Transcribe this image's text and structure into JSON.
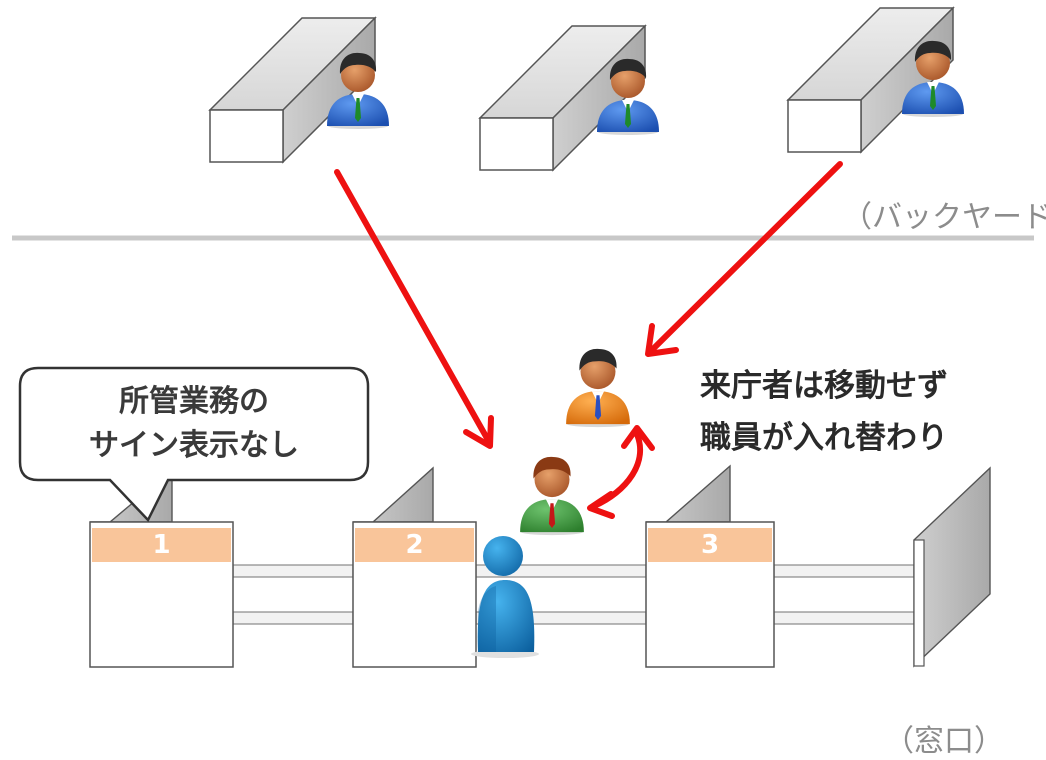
{
  "labels": {
    "backyard": "（バックヤード）",
    "counter_area": "（窓口）"
  },
  "callout": {
    "lines": [
      "所管業務の",
      "サイン表示なし"
    ]
  },
  "note": {
    "lines": [
      "来庁者は移動せず",
      "職員が入れ替わり"
    ]
  },
  "counters": [
    {
      "number": "1"
    },
    {
      "number": "2"
    },
    {
      "number": "3"
    }
  ],
  "colors": {
    "arrow": "#ee1111",
    "counter_header": "#f9c59a",
    "staff_suit_blue": "#2f6fd6",
    "staff_orange": "#f08a1c",
    "staff_green": "#3f9a3f",
    "visitor_blue": "#1a86c8",
    "divider": "#c8c8c8"
  },
  "icons": {
    "backyard_staff": "staff-person-icon",
    "moving_staff": "staff-person-icon",
    "visitor": "visitor-person-icon",
    "desk": "desk-icon"
  }
}
